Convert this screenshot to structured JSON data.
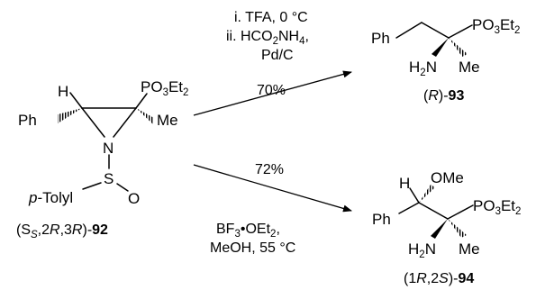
{
  "reaction_top": {
    "step1": "i. TFA, 0 °C",
    "step2_prefix": "ii. HCO",
    "step2_sub1": "2",
    "step2_mid": "NH",
    "step2_sub2": "4",
    "step2_suffix": ",",
    "catalyst": "Pd/C",
    "yield": "70%"
  },
  "reaction_bottom": {
    "yield": "72%",
    "reagent_prefix": "BF",
    "reagent_sub": "3",
    "reagent_suffix": "•OEt",
    "reagent_sub2": "2",
    "reagent_end": ",",
    "conditions": "MeOH, 55 °C"
  },
  "start_material": {
    "atom_H": "H",
    "group_P": "PO",
    "group_P_sub1": "3",
    "group_P_mid": "Et",
    "group_P_sub2": "2",
    "group_Ph": "Ph",
    "group_Me": "Me",
    "atom_N": "N",
    "atom_S": "S",
    "atom_O": "O",
    "group_tolyl": "p-Tolyl",
    "label_open": "(S",
    "label_sub": "S",
    "label_mid": ",2",
    "label_R1": "R",
    "label_mid2": ",3",
    "label_R2": "R",
    "label_close": ")-",
    "label_num": "92"
  },
  "product_93": {
    "group_Ph": "Ph",
    "group_P": "PO",
    "group_P_sub1": "3",
    "group_P_mid": "Et",
    "group_P_sub2": "2",
    "group_NH2": "H",
    "group_NH2_sub": "2",
    "group_NH2_N": "N",
    "group_Me": "Me",
    "label_open": "(",
    "label_R": "R",
    "label_close": ")-",
    "label_num": "93"
  },
  "product_94": {
    "atom_H": "H",
    "group_OMe": "OMe",
    "group_Ph": "Ph",
    "group_P": "PO",
    "group_P_sub1": "3",
    "group_P_mid": "Et",
    "group_P_sub2": "2",
    "group_NH2": "H",
    "group_NH2_sub": "2",
    "group_NH2_N": "N",
    "group_Me": "Me",
    "label_open": "(1",
    "label_R": "R",
    "label_mid": ",2",
    "label_S": "S",
    "label_close": ")-",
    "label_num": "94"
  }
}
